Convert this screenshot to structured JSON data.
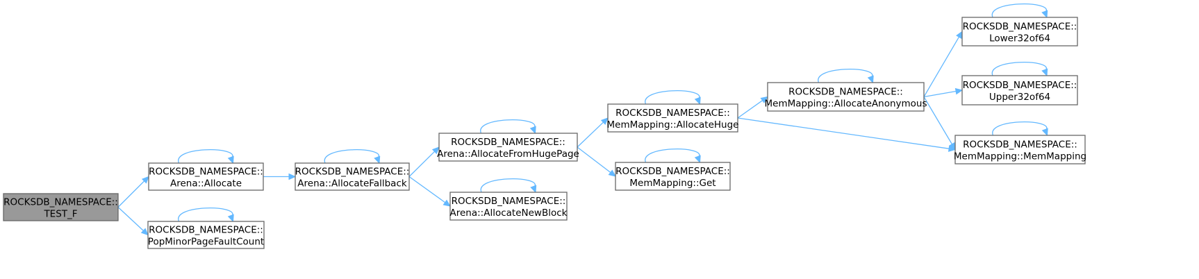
{
  "colors": {
    "root_fill": "#999999",
    "node_fill": "#ffffff",
    "node_border": "#666666",
    "edge": "#63b8ff"
  },
  "nodes": [
    {
      "id": "test_f",
      "lines": [
        "ROCKSDB_NAMESPACE::",
        "TEST_F"
      ],
      "root": true,
      "recursive": false
    },
    {
      "id": "arena_allocate",
      "lines": [
        "ROCKSDB_NAMESPACE::",
        "Arena::Allocate"
      ],
      "root": false,
      "recursive": true
    },
    {
      "id": "pop_minor_page_fault_count",
      "lines": [
        "ROCKSDB_NAMESPACE::",
        "PopMinorPageFaultCount"
      ],
      "root": false,
      "recursive": true
    },
    {
      "id": "arena_allocate_fallback",
      "lines": [
        "ROCKSDB_NAMESPACE::",
        "Arena::AllocateFallback"
      ],
      "root": false,
      "recursive": true
    },
    {
      "id": "arena_allocate_from_huge_page",
      "lines": [
        "ROCKSDB_NAMESPACE::",
        "Arena::AllocateFromHugePage"
      ],
      "root": false,
      "recursive": true
    },
    {
      "id": "arena_allocate_new_block",
      "lines": [
        "ROCKSDB_NAMESPACE::",
        "Arena::AllocateNewBlock"
      ],
      "root": false,
      "recursive": true
    },
    {
      "id": "memmapping_allocate_huge",
      "lines": [
        "ROCKSDB_NAMESPACE::",
        "MemMapping::AllocateHuge"
      ],
      "root": false,
      "recursive": true
    },
    {
      "id": "memmapping_get",
      "lines": [
        "ROCKSDB_NAMESPACE::",
        "MemMapping::Get"
      ],
      "root": false,
      "recursive": true
    },
    {
      "id": "memmapping_allocate_anonymous",
      "lines": [
        "ROCKSDB_NAMESPACE::",
        "MemMapping::AllocateAnonymous"
      ],
      "root": false,
      "recursive": true
    },
    {
      "id": "lower32of64",
      "lines": [
        "ROCKSDB_NAMESPACE::",
        "Lower32of64"
      ],
      "root": false,
      "recursive": true
    },
    {
      "id": "upper32of64",
      "lines": [
        "ROCKSDB_NAMESPACE::",
        "Upper32of64"
      ],
      "root": false,
      "recursive": true
    },
    {
      "id": "memmapping_memmapping",
      "lines": [
        "ROCKSDB_NAMESPACE::",
        "MemMapping::MemMapping"
      ],
      "root": false,
      "recursive": true
    }
  ],
  "edges": [
    {
      "from": "test_f",
      "to": "arena_allocate"
    },
    {
      "from": "test_f",
      "to": "pop_minor_page_fault_count"
    },
    {
      "from": "arena_allocate",
      "to": "arena_allocate_fallback"
    },
    {
      "from": "arena_allocate_fallback",
      "to": "arena_allocate_from_huge_page"
    },
    {
      "from": "arena_allocate_fallback",
      "to": "arena_allocate_new_block"
    },
    {
      "from": "arena_allocate_from_huge_page",
      "to": "memmapping_allocate_huge"
    },
    {
      "from": "arena_allocate_from_huge_page",
      "to": "memmapping_get"
    },
    {
      "from": "memmapping_allocate_huge",
      "to": "memmapping_allocate_anonymous"
    },
    {
      "from": "memmapping_allocate_huge",
      "to": "memmapping_memmapping"
    },
    {
      "from": "memmapping_allocate_anonymous",
      "to": "lower32of64"
    },
    {
      "from": "memmapping_allocate_anonymous",
      "to": "upper32of64"
    },
    {
      "from": "memmapping_allocate_anonymous",
      "to": "memmapping_memmapping"
    }
  ]
}
